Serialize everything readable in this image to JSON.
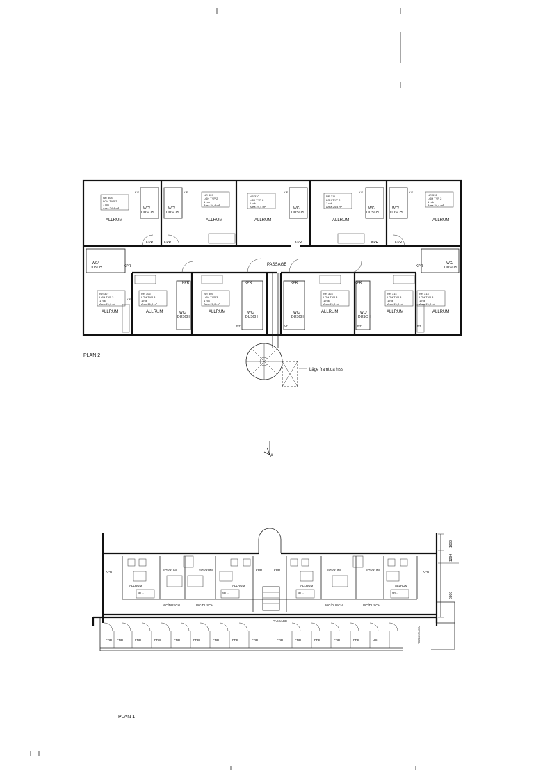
{
  "plan2": {
    "title": "PLAN 2",
    "passage": "PASSAGE",
    "allrum": "ALLRUM",
    "kpr": "KPR",
    "kr": "K/F",
    "wc_a": "WC/",
    "wc_b": "DUSCH",
    "elevator_note": "Läge framtida hiss",
    "top_units": [
      {
        "nr": "NR 308",
        "typ": "LGH TYP 2",
        "rok": "1 rok",
        "area": "Area 24,4 m²"
      },
      {
        "nr": "NR 309",
        "typ": "LGH TYP 2",
        "rok": "1 rok",
        "area": "Area 24,4 m²"
      },
      {
        "nr": "NR 310",
        "typ": "LGH TYP 2",
        "rok": "1 rok",
        "area": "Area 24,4 m²"
      },
      {
        "nr": "NR 311",
        "typ": "LGH TYP 2",
        "rok": "1 rok",
        "area": "Area 24,4 m²"
      },
      {
        "nr": "NR 312",
        "typ": "LGH TYP 2",
        "rok": "1 rok",
        "area": "Area 24,4 m²"
      }
    ],
    "bottom_units": [
      {
        "nr": "NR 307",
        "typ": "LGH TYP 3",
        "rok": "1 rok",
        "area": "Area 21,0 m²"
      },
      {
        "nr": "NR 306",
        "typ": "LGH TYP 3",
        "rok": "1 rok",
        "area": "Area 21,0 m²"
      },
      {
        "nr": "NR 305",
        "typ": "LGH TYP 3",
        "rok": "1 rok",
        "area": "Area 21,0 m²"
      },
      {
        "nr": "NR 303",
        "typ": "LGH TYP 3",
        "rok": "1 rok",
        "area": "Area 21,0 m²"
      },
      {
        "nr": "NR 314",
        "typ": "LGH TYP 3",
        "rok": "1 rok",
        "area": "Area 21,0 m²"
      },
      {
        "nr": "NR 313",
        "typ": "LGH TYP 3",
        "rok": "1 rok",
        "area": "Area 21,0 m²"
      }
    ]
  },
  "section_marker": "A",
  "plan1": {
    "title": "PLAN 1",
    "passage": "PASSAGE",
    "kpr": "KPR",
    "sovrum": "SOVRUM",
    "allrum": "ALLRUM",
    "wc_dusch": "WC/DUSCH",
    "frd": "FRD",
    "uc": "UC",
    "side_label": "TORKSTUGA",
    "dims": [
      "1600",
      "1294",
      "6800"
    ],
    "unit_tags": [
      "NR ...",
      "NR ...",
      "NR ...",
      "NR ..."
    ]
  }
}
